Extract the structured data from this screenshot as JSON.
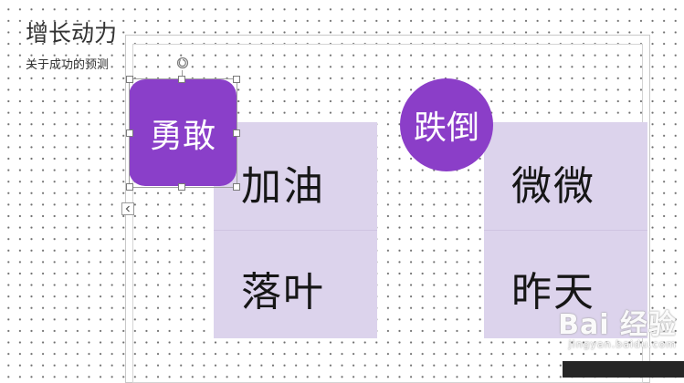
{
  "slide": {
    "title": "增长动力",
    "subtitle": "关于成功的预测"
  },
  "left_group": {
    "badge": "勇敢",
    "words": [
      "加油",
      "落叶"
    ]
  },
  "right_group": {
    "badge": "跌倒",
    "words": [
      "微微",
      "昨天"
    ]
  },
  "watermark": {
    "main": "Bai 经验",
    "sub": "jingyan.baidu.com"
  },
  "colors": {
    "badge_purple": "#8a3fc9",
    "panel_lavender": "#dcd3ec",
    "grid_dots": "#6f6f6f"
  },
  "icons": {
    "rotate": "rotate-handle-icon",
    "collapse": "collapse-arrow-icon",
    "watermark_logo": "paw-icon"
  }
}
